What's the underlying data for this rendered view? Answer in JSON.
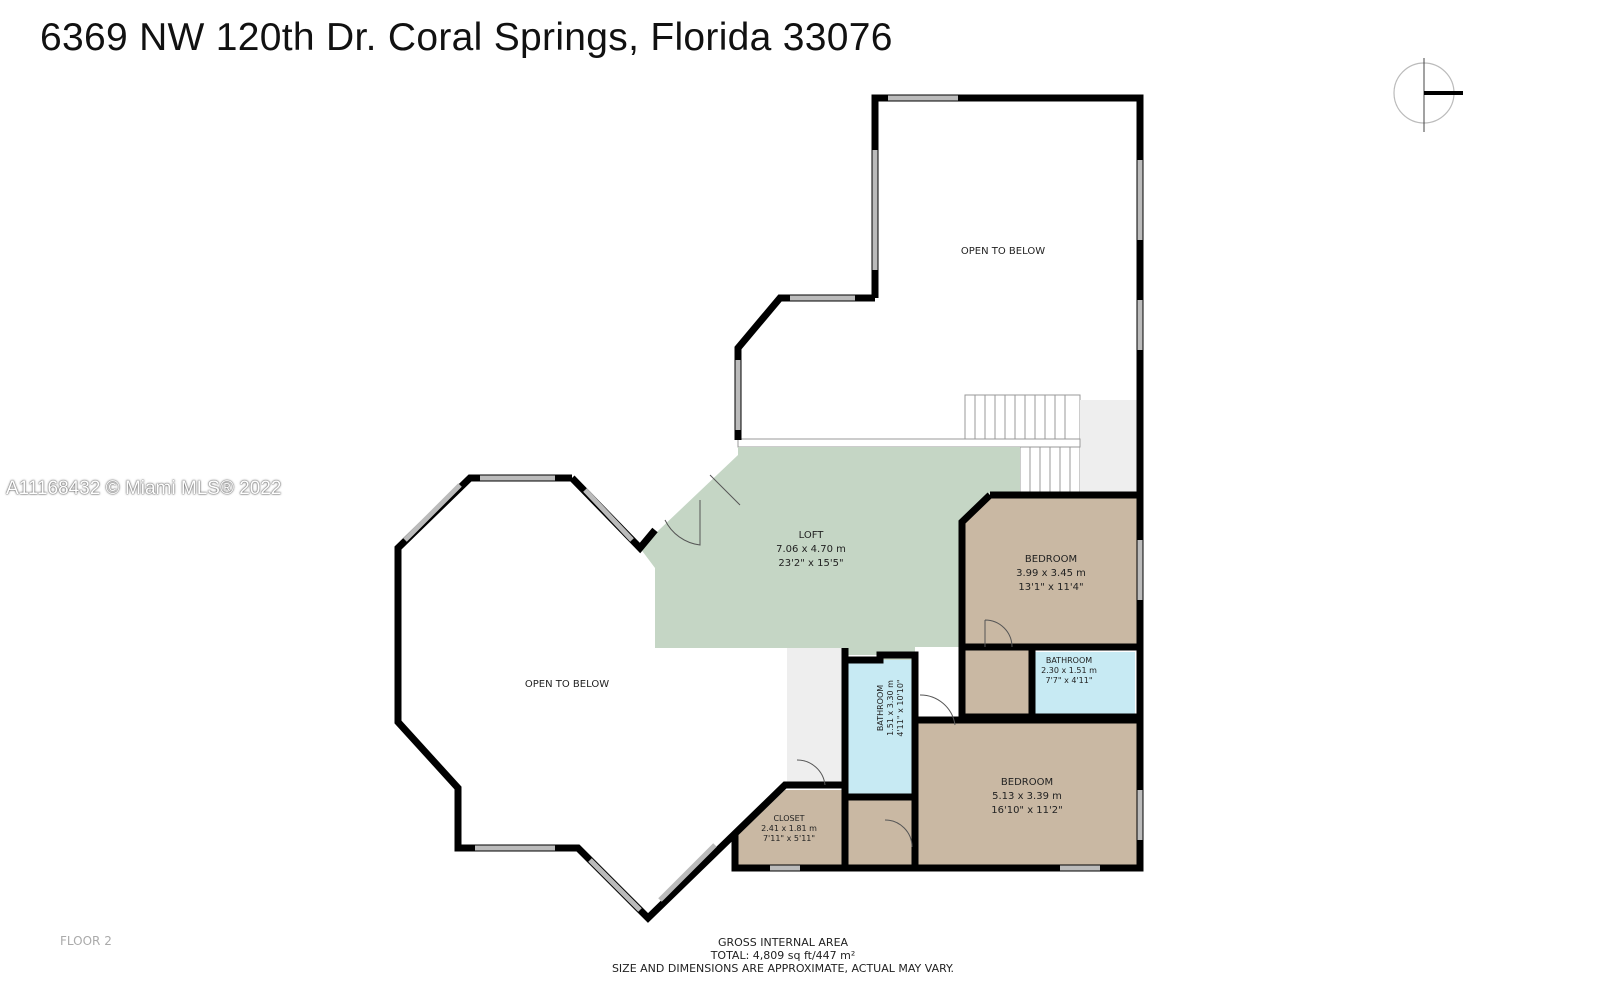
{
  "title": "6369 NW 120th Dr. Coral Springs, Florida 33076",
  "watermark": "A11168432 © Miami MLS® 2022",
  "floor_label": "FLOOR 2",
  "footer": {
    "line1": "GROSS INTERNAL AREA",
    "line2": "TOTAL: 4,809 sq ft/447 m²",
    "line3": "SIZE AND DIMENSIONS ARE APPROXIMATE, ACTUAL MAY VARY."
  },
  "rooms": {
    "open_top": {
      "name": "OPEN TO BELOW"
    },
    "open_left": {
      "name": "OPEN TO BELOW"
    },
    "loft": {
      "name": "LOFT",
      "metric": "7.06 x 4.70 m",
      "imperial": "23'2\" x 15'5\""
    },
    "bedroom1": {
      "name": "BEDROOM",
      "metric": "3.99 x 3.45 m",
      "imperial": "13'1\" x 11'4\""
    },
    "bathroom1": {
      "name": "BATHROOM",
      "metric": "2.30 x 1.51 m",
      "imperial": "7'7\" x 4'11\""
    },
    "bathroom2": {
      "name": "BATHROOM",
      "metric": "1.51 x 3.30 m",
      "imperial": "4'11\" x 10'10\""
    },
    "bedroom2": {
      "name": "BEDROOM",
      "metric": "5.13 x 3.39 m",
      "imperial": "16'10\" x 11'2\""
    },
    "closet": {
      "name": "CLOSET",
      "metric": "2.41 x 1.81 m",
      "imperial": "7'11\" x 5'11\""
    }
  },
  "colors": {
    "loft": "#c5d6c5",
    "bedroom": "#c9b8a3",
    "bathroom": "#c7eaf3",
    "wall": "#000000",
    "floor": "#f2f2f2"
  }
}
